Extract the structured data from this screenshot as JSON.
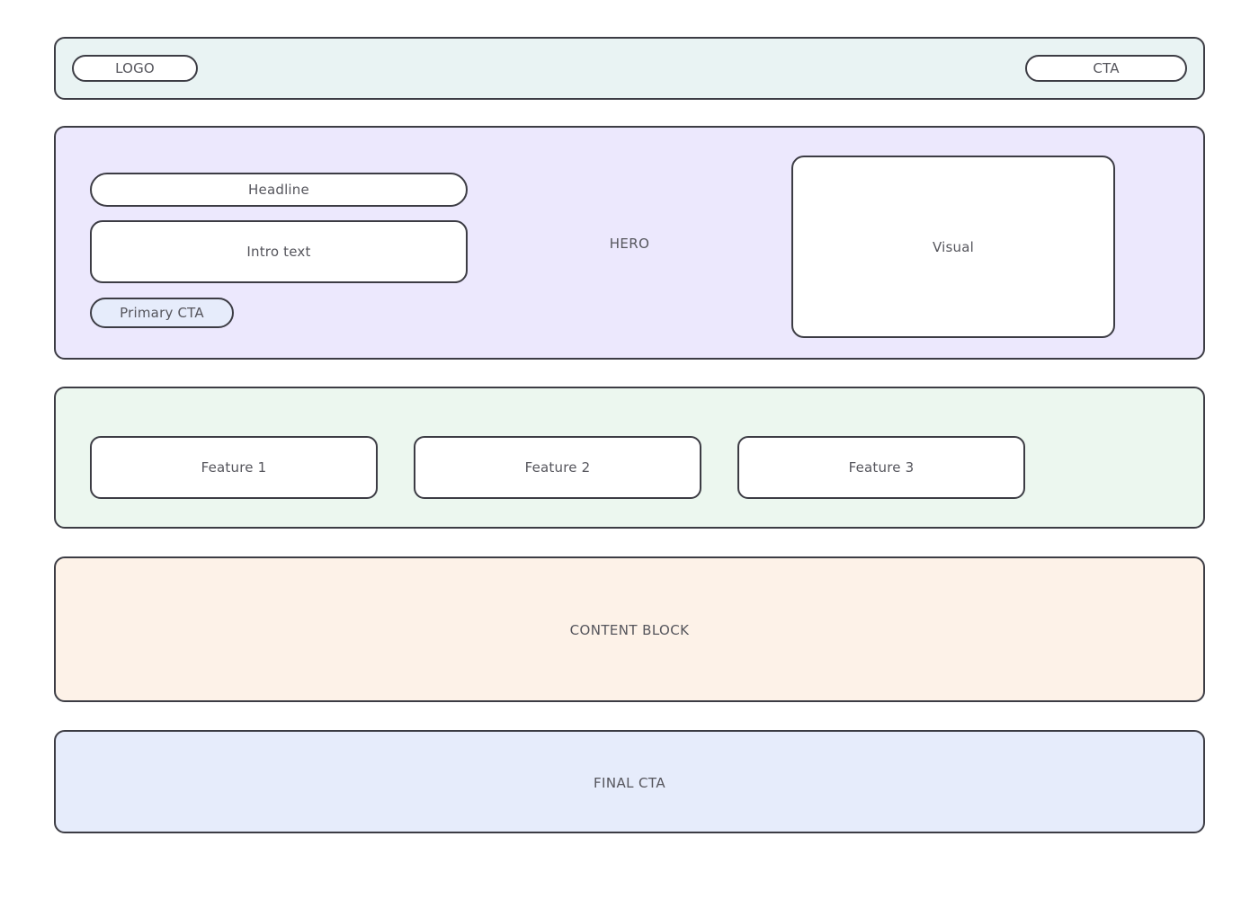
{
  "palette": {
    "page_background": "#ffffff",
    "outline": "#3c3c44",
    "text": "#55555c",
    "header_fill": "#e9f3f3",
    "hero_fill": "#ece8fd",
    "features_fill": "#ecf7ef",
    "content_fill": "#fdf2e8",
    "final_cta_fill": "#e6ecfb",
    "box_fill": "#ffffff",
    "primary_cta_fill": "#e6ecfb"
  },
  "header": {
    "logo_label": "LOGO",
    "cta_label": "CTA"
  },
  "hero": {
    "section_label": "HERO",
    "headline_label": "Headline",
    "intro_label": "Intro text",
    "primary_cta_label": "Primary CTA",
    "visual_label": "Visual"
  },
  "features": {
    "cards": [
      {
        "label": "Feature 1"
      },
      {
        "label": "Feature 2"
      },
      {
        "label": "Feature 3"
      }
    ]
  },
  "content": {
    "section_label": "CONTENT BLOCK"
  },
  "final_cta": {
    "section_label": "FINAL CTA"
  }
}
